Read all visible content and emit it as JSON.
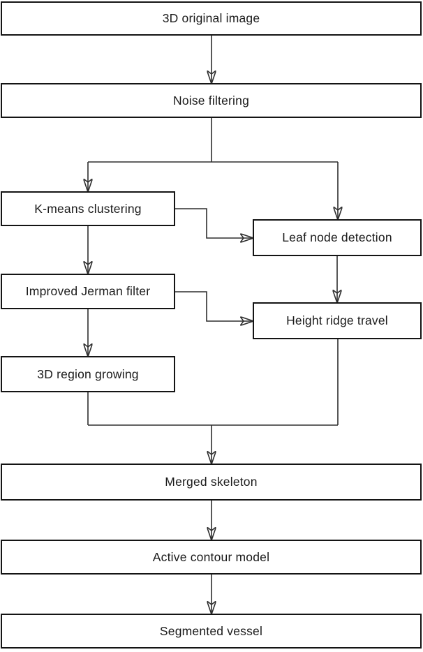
{
  "diagram": {
    "type": "flowchart",
    "orientation": "top-down",
    "colors": {
      "background": "#ffffff",
      "box_fill": "#ffffff",
      "box_border": "#141414",
      "connector": "#2e2e2e",
      "arrowhead": "#111111",
      "text": "#1a1a1a"
    },
    "nodes": [
      {
        "id": "original",
        "label": "3D original image"
      },
      {
        "id": "noise",
        "label": "Noise filtering"
      },
      {
        "id": "kmeans",
        "label": "K-means clustering"
      },
      {
        "id": "leaf",
        "label": "Leaf node detection"
      },
      {
        "id": "jerman",
        "label": "Improved Jerman filter"
      },
      {
        "id": "ridge",
        "label": "Height ridge travel"
      },
      {
        "id": "region",
        "label": "3D region growing"
      },
      {
        "id": "merged",
        "label": "Merged skeleton"
      },
      {
        "id": "contour",
        "label": "Active contour model"
      },
      {
        "id": "segmented",
        "label": "Segmented vessel"
      }
    ],
    "edges": [
      {
        "from": "original",
        "to": "noise"
      },
      {
        "from": "noise",
        "to": "kmeans"
      },
      {
        "from": "noise",
        "to": "leaf"
      },
      {
        "from": "kmeans",
        "to": "leaf"
      },
      {
        "from": "kmeans",
        "to": "jerman"
      },
      {
        "from": "jerman",
        "to": "ridge"
      },
      {
        "from": "jerman",
        "to": "region"
      },
      {
        "from": "leaf",
        "to": "ridge"
      },
      {
        "from": "region",
        "to": "merged"
      },
      {
        "from": "ridge",
        "to": "merged"
      },
      {
        "from": "merged",
        "to": "contour"
      },
      {
        "from": "contour",
        "to": "segmented"
      }
    ]
  }
}
